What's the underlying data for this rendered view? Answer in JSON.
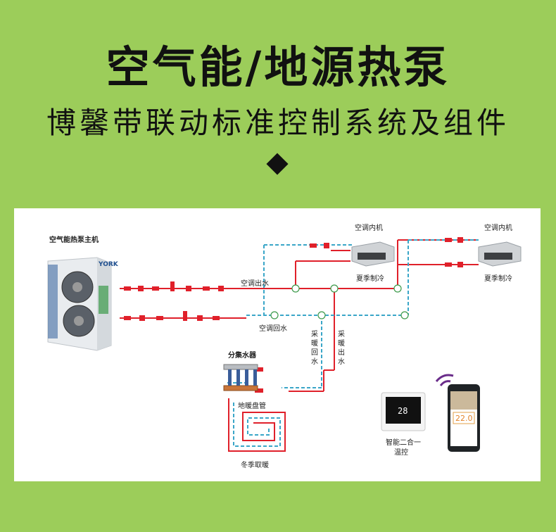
{
  "header": {
    "title": "空气能/地源热泵",
    "subtitle": "博馨带联动标准控制系统及组件"
  },
  "diagram": {
    "main_unit_label": "空气能热泵主机",
    "brand": "YORK",
    "indoor_unit_1_label": "空调内机",
    "indoor_unit_2_label": "空调内机",
    "summer_cooling_1": "夏季制冷",
    "summer_cooling_2": "夏季制冷",
    "ac_supply": "空调出水",
    "ac_return": "空调回水",
    "heat_return": [
      "采",
      "暖",
      "回",
      "水"
    ],
    "heat_supply": [
      "采",
      "暖",
      "出",
      "水"
    ],
    "manifold": "分集水器",
    "floor_coil": "地暖盘管",
    "winter_heating": "冬季取暖",
    "thermostat_label_1": "智能二合一",
    "thermostat_label_2": "温控",
    "thermostat_display": "28",
    "phone_temp": "22.0"
  },
  "colors": {
    "background": "#9ccd5a",
    "supply_pipe": "#e0202a",
    "return_pipe": "#3aa6c8"
  }
}
